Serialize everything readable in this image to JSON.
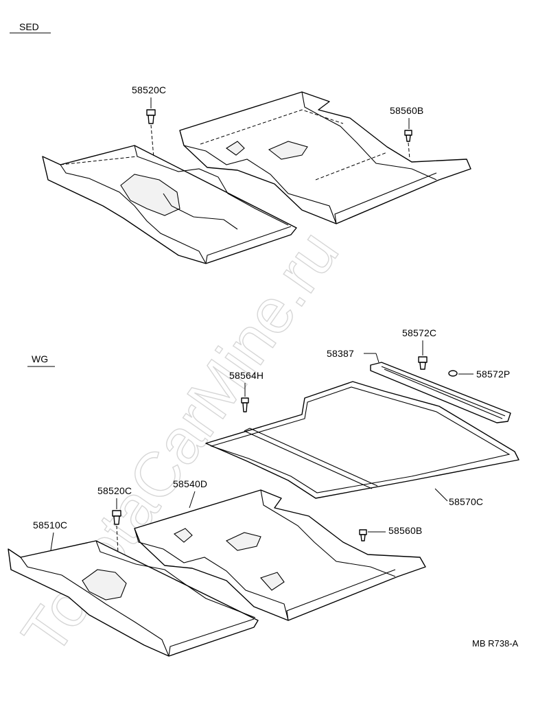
{
  "watermark": "ToyotaCarMine.ru",
  "sections": {
    "sedan": {
      "title": "SED"
    },
    "wagon": {
      "title": "WG"
    }
  },
  "callouts": {
    "sed_58520C": "58520C",
    "sed_58560B": "58560B",
    "wg_58572C": "58572C",
    "wg_58387": "58387",
    "wg_58572P": "58572P",
    "wg_58564H": "58564H",
    "wg_58570C": "58570C",
    "wg_58520C": "58520C",
    "wg_58540D": "58540D",
    "wg_58510C": "58510C",
    "wg_58560B": "58560B"
  },
  "diagram_code": "MB R738-A"
}
